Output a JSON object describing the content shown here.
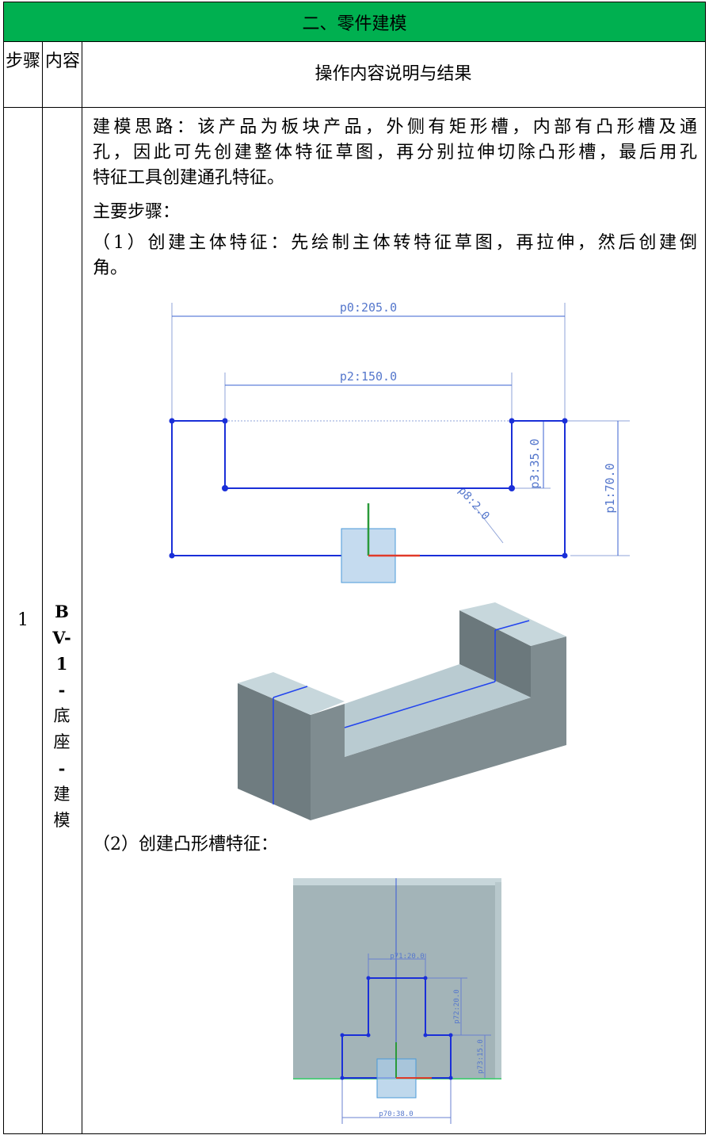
{
  "section_title": "二、零件建模",
  "headers": {
    "step": "步骤",
    "content": "内容",
    "description": "操作内容说明与结果"
  },
  "row": {
    "step_number": "1",
    "content_label": [
      "B",
      "V-",
      "1",
      "-",
      "底",
      "座",
      "-",
      "建",
      "模"
    ],
    "idea_lines": [
      "建模思路：该产品为板块产品，外侧有矩形槽，内部有凸形槽及通",
      "孔，因此可先创建整体特征草图，再分别拉伸切除凸形槽，最后用孔",
      "特征工具创建通孔特征。"
    ],
    "main_steps_label": "主要步骤：",
    "step1_lines": [
      "（1）创建主体特征：先绘制主体转特征草图，再拉伸，然后创建倒",
      "角。"
    ],
    "step2_label": "（2）创建凸形槽特征：",
    "sketch1_dims": {
      "p0": "p0:205.0",
      "p2": "p2:150.0",
      "p3": "p3:35.0",
      "p1": "p1:70.0",
      "p8": "p8:2.0"
    },
    "sketch2_dims": {
      "p71": "p71:20.0",
      "p72": "p72:20.0",
      "p73": "p73:15.0",
      "p70": "p70:38.0"
    }
  },
  "colors": {
    "header_green": "#00b050",
    "sketch_blue": "#1a2fd8",
    "model_grey": "#a3b4b8"
  }
}
